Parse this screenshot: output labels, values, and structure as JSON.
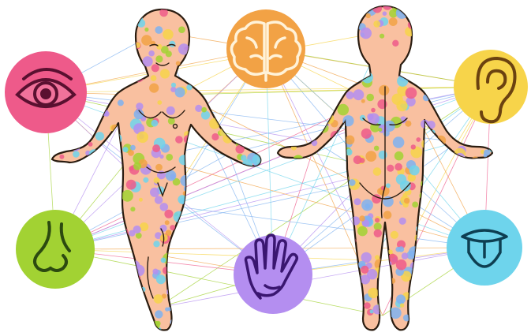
{
  "illustration": {
    "senses": [
      {
        "id": "sight",
        "icon": "eye-icon",
        "color": "#ee5a8a"
      },
      {
        "id": "thought",
        "icon": "brain-icon",
        "color": "#f2a245"
      },
      {
        "id": "hearing",
        "icon": "ear-icon",
        "color": "#f7d44a"
      },
      {
        "id": "smell",
        "icon": "nose-icon",
        "color": "#a2d233"
      },
      {
        "id": "touch",
        "icon": "hand-icon",
        "color": "#b48ef0"
      },
      {
        "id": "taste",
        "icon": "tongue-icon",
        "color": "#6ed4ec"
      }
    ],
    "figures": [
      {
        "id": "front",
        "view": "front"
      },
      {
        "id": "back",
        "view": "back"
      }
    ],
    "skin_color": "#f9c0a0",
    "line_color": "#2a1c10",
    "spot_colors": [
      "#ee5a8a",
      "#f2a245",
      "#f7d44a",
      "#a2d233",
      "#b48ef0",
      "#6ed4ec",
      "#7fb2f0"
    ]
  }
}
